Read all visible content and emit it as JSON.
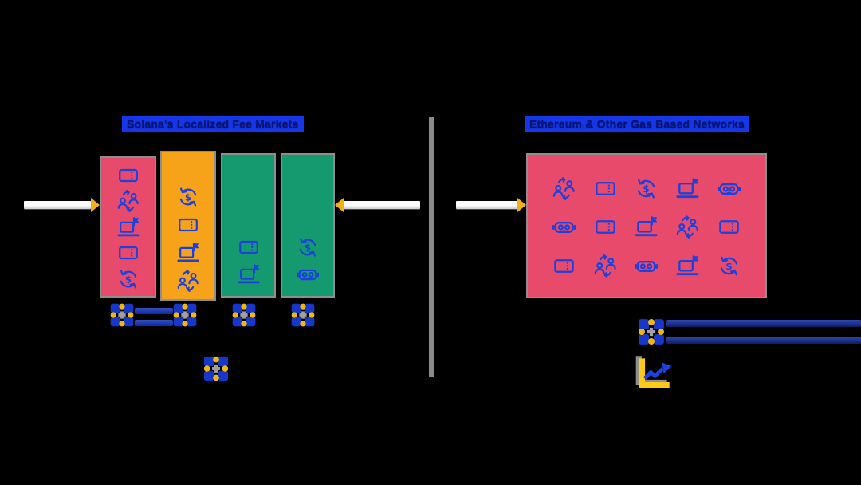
{
  "colors": {
    "background": "#000000",
    "icon_blue": "#1c41dd",
    "fee_market_pink": "#e84a6b",
    "fee_market_orange": "#f7a31a",
    "fee_market_green": "#149a6e",
    "arrow_yellow": "#f2b017",
    "arrow_white": "#ececec",
    "divider_gray": "#8a8a8a",
    "title_bar_blue": "#1537e8",
    "title_text_navy": "#081474",
    "rail_blue": "#1e3ed2",
    "rail_dark_blue": "#1b2a80",
    "chart_axis_yellow": "#ffc91a"
  },
  "left_panel": {
    "title": "Solana's Localized Fee Markets",
    "blocks": [
      {
        "icons": [
          "ticket",
          "users-swap",
          "laptop-flag",
          "ticket",
          "dollar-refresh"
        ]
      },
      {
        "icons": [
          "dollar-refresh",
          "ticket",
          "laptop-flag",
          "users-swap"
        ]
      },
      {
        "icons": [
          "ticket",
          "laptop-flag"
        ]
      },
      {
        "icons": [
          "dollar-refresh",
          "vr-goggles"
        ]
      }
    ]
  },
  "right_panel": {
    "title": "Ethereum & Other Gas Based Networks",
    "block": {
      "icons": [
        "users-swap",
        "ticket",
        "dollar-refresh",
        "laptop-flag",
        "vr-goggles",
        "vr-goggles",
        "ticket",
        "laptop-flag",
        "users-swap",
        "ticket",
        "ticket",
        "users-swap",
        "vr-goggles",
        "laptop-flag",
        "dollar-refresh"
      ]
    }
  },
  "icons": {
    "core": "processing-core",
    "chart": "fee-chart"
  }
}
